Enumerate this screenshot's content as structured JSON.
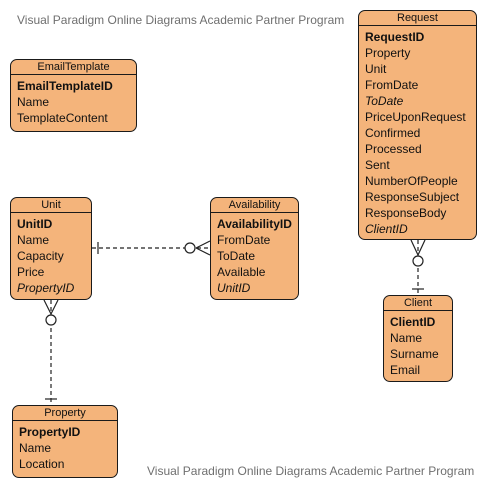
{
  "watermark_top": "Visual Paradigm Online Diagrams Academic Partner Program",
  "watermark_bottom": "Visual Paradigm Online Diagrams Academic Partner Program",
  "entities": {
    "emailtemplate": {
      "name": "EmailTemplate",
      "fields": [
        {
          "text": "EmailTemplateID",
          "kind": "pk"
        },
        {
          "text": "Name",
          "kind": "plain"
        },
        {
          "text": "TemplateContent",
          "kind": "plain"
        }
      ]
    },
    "request": {
      "name": "Request",
      "fields": [
        {
          "text": "RequestID",
          "kind": "pk"
        },
        {
          "text": "Property",
          "kind": "plain"
        },
        {
          "text": "Unit",
          "kind": "plain"
        },
        {
          "text": "FromDate",
          "kind": "plain"
        },
        {
          "text": "ToDate",
          "kind": "fk"
        },
        {
          "text": "PriceUponRequest",
          "kind": "plain"
        },
        {
          "text": "Confirmed",
          "kind": "plain"
        },
        {
          "text": "Processed",
          "kind": "plain"
        },
        {
          "text": "Sent",
          "kind": "plain"
        },
        {
          "text": "NumberOfPeople",
          "kind": "plain"
        },
        {
          "text": "ResponseSubject",
          "kind": "plain"
        },
        {
          "text": "ResponseBody",
          "kind": "plain"
        },
        {
          "text": "ClientID",
          "kind": "fk"
        }
      ]
    },
    "unit": {
      "name": "Unit",
      "fields": [
        {
          "text": "UnitID",
          "kind": "pk"
        },
        {
          "text": "Name",
          "kind": "plain"
        },
        {
          "text": "Capacity",
          "kind": "plain"
        },
        {
          "text": "Price",
          "kind": "plain"
        },
        {
          "text": "PropertyID",
          "kind": "fk"
        }
      ]
    },
    "availability": {
      "name": "Availability",
      "fields": [
        {
          "text": "AvailabilityID",
          "kind": "pk"
        },
        {
          "text": "FromDate",
          "kind": "plain"
        },
        {
          "text": "ToDate",
          "kind": "plain"
        },
        {
          "text": "Available",
          "kind": "plain"
        },
        {
          "text": "UnitID",
          "kind": "fk"
        }
      ]
    },
    "client": {
      "name": "Client",
      "fields": [
        {
          "text": "ClientID",
          "kind": "pk"
        },
        {
          "text": "Name",
          "kind": "plain"
        },
        {
          "text": "Surname",
          "kind": "plain"
        },
        {
          "text": "Email",
          "kind": "plain"
        }
      ]
    },
    "property": {
      "name": "Property",
      "fields": [
        {
          "text": "PropertyID",
          "kind": "pk"
        },
        {
          "text": "Name",
          "kind": "plain"
        },
        {
          "text": "Location",
          "kind": "plain"
        }
      ]
    }
  },
  "relationships": [
    {
      "from": "Unit",
      "to": "Availability",
      "from_end": "one",
      "to_end": "zero-or-many"
    },
    {
      "from": "Client",
      "to": "Request",
      "from_end": "one",
      "to_end": "zero-or-many"
    },
    {
      "from": "Property",
      "to": "Unit",
      "from_end": "one",
      "to_end": "zero-or-many"
    }
  ]
}
